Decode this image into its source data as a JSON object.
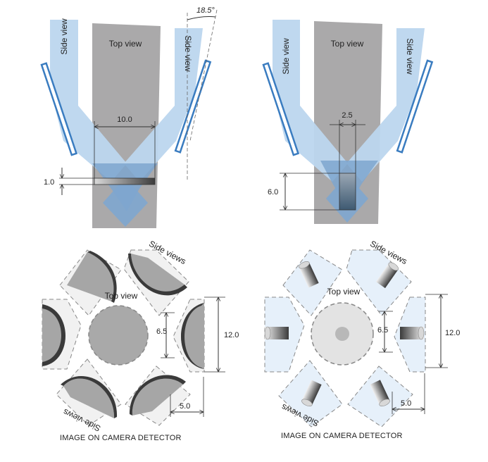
{
  "colors": {
    "light_blue": "#bcd6ee",
    "overlap_blue": "#7ea6cf",
    "mirror_blue": "#3a7cc0",
    "gray": "#aaa9aa",
    "dim_line": "#333333"
  },
  "top_left": {
    "top_view": "Top view",
    "side_view_left": "Side view",
    "side_view_right": "Side view",
    "angle": "18.5°",
    "width_dim": "10.0",
    "height_dim": "1.0"
  },
  "top_right": {
    "top_view": "Top view",
    "side_view_left": "Side view",
    "side_view_right": "Side view",
    "width_dim": "2.5",
    "height_dim": "6.0"
  },
  "bottom_left": {
    "side_views_top": "Side views",
    "side_views_bottom": "Side views",
    "top_view": "Top view",
    "dim_circle": "6.5",
    "dim_height": "12.0",
    "dim_width": "5.0",
    "caption": "IMAGE ON CAMERA DETECTOR"
  },
  "bottom_right": {
    "side_views_top": "Side views",
    "side_views_bottom": "Side views",
    "top_view": "Top view",
    "dim_circle": "6.5",
    "dim_height": "12.0",
    "dim_width": "5.0",
    "caption": "IMAGE ON CAMERA DETECTOR"
  }
}
